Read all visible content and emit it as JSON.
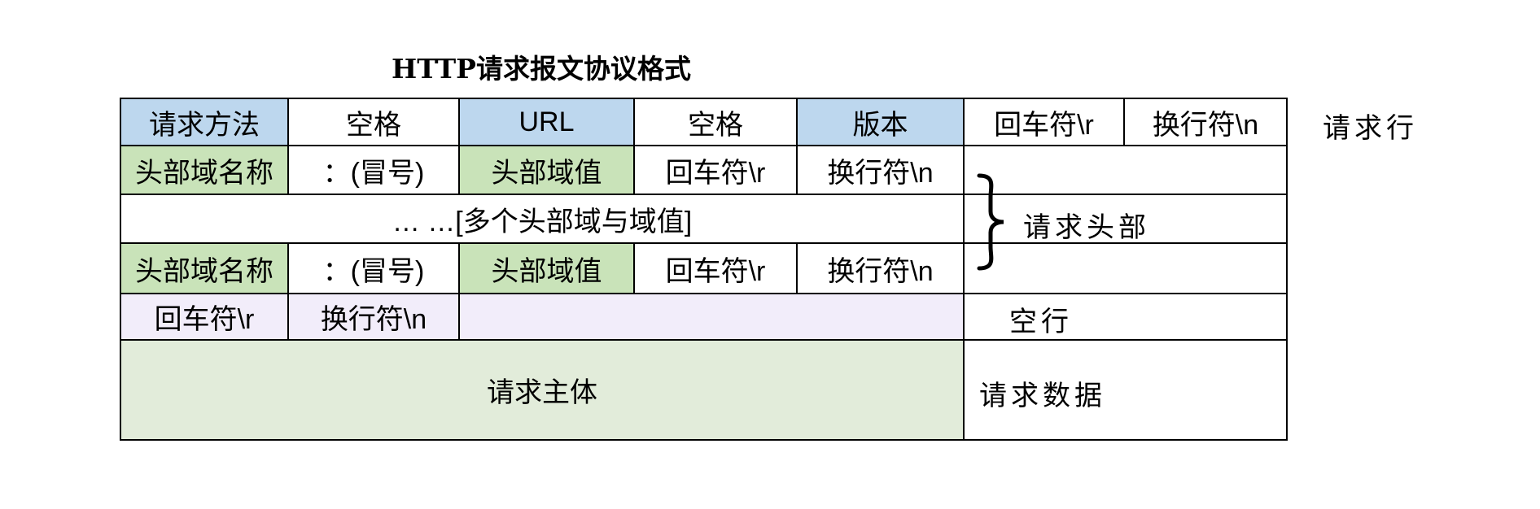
{
  "title": "HTTP请求报文协议格式",
  "colors": {
    "request_line_bg": "#bdd7ee",
    "header_field_bg": "#c9e3b9",
    "body_bg": "#e2ecda",
    "empty_line_bg": "#f2edfa",
    "border": "#000000"
  },
  "rows": {
    "row1": [
      "请求方法",
      "空格",
      "URL",
      "空格",
      "版本",
      "回车符\\r",
      "换行符\\n"
    ],
    "row2": [
      "头部域名称",
      "：(冒号)",
      "头部域值",
      "回车符\\r",
      "换行符\\n"
    ],
    "row3": "… …[多个头部域与域值]",
    "row4": [
      "头部域名称",
      "：(冒号)",
      "头部域值",
      "回车符\\r",
      "换行符\\n"
    ],
    "row5": [
      "回车符\\r",
      "换行符\\n",
      ""
    ],
    "row6": "请求主体"
  },
  "annotations": {
    "request_line": "请求行",
    "request_headers": "请求头部",
    "empty_line": "空行",
    "request_data": "请求数据"
  }
}
